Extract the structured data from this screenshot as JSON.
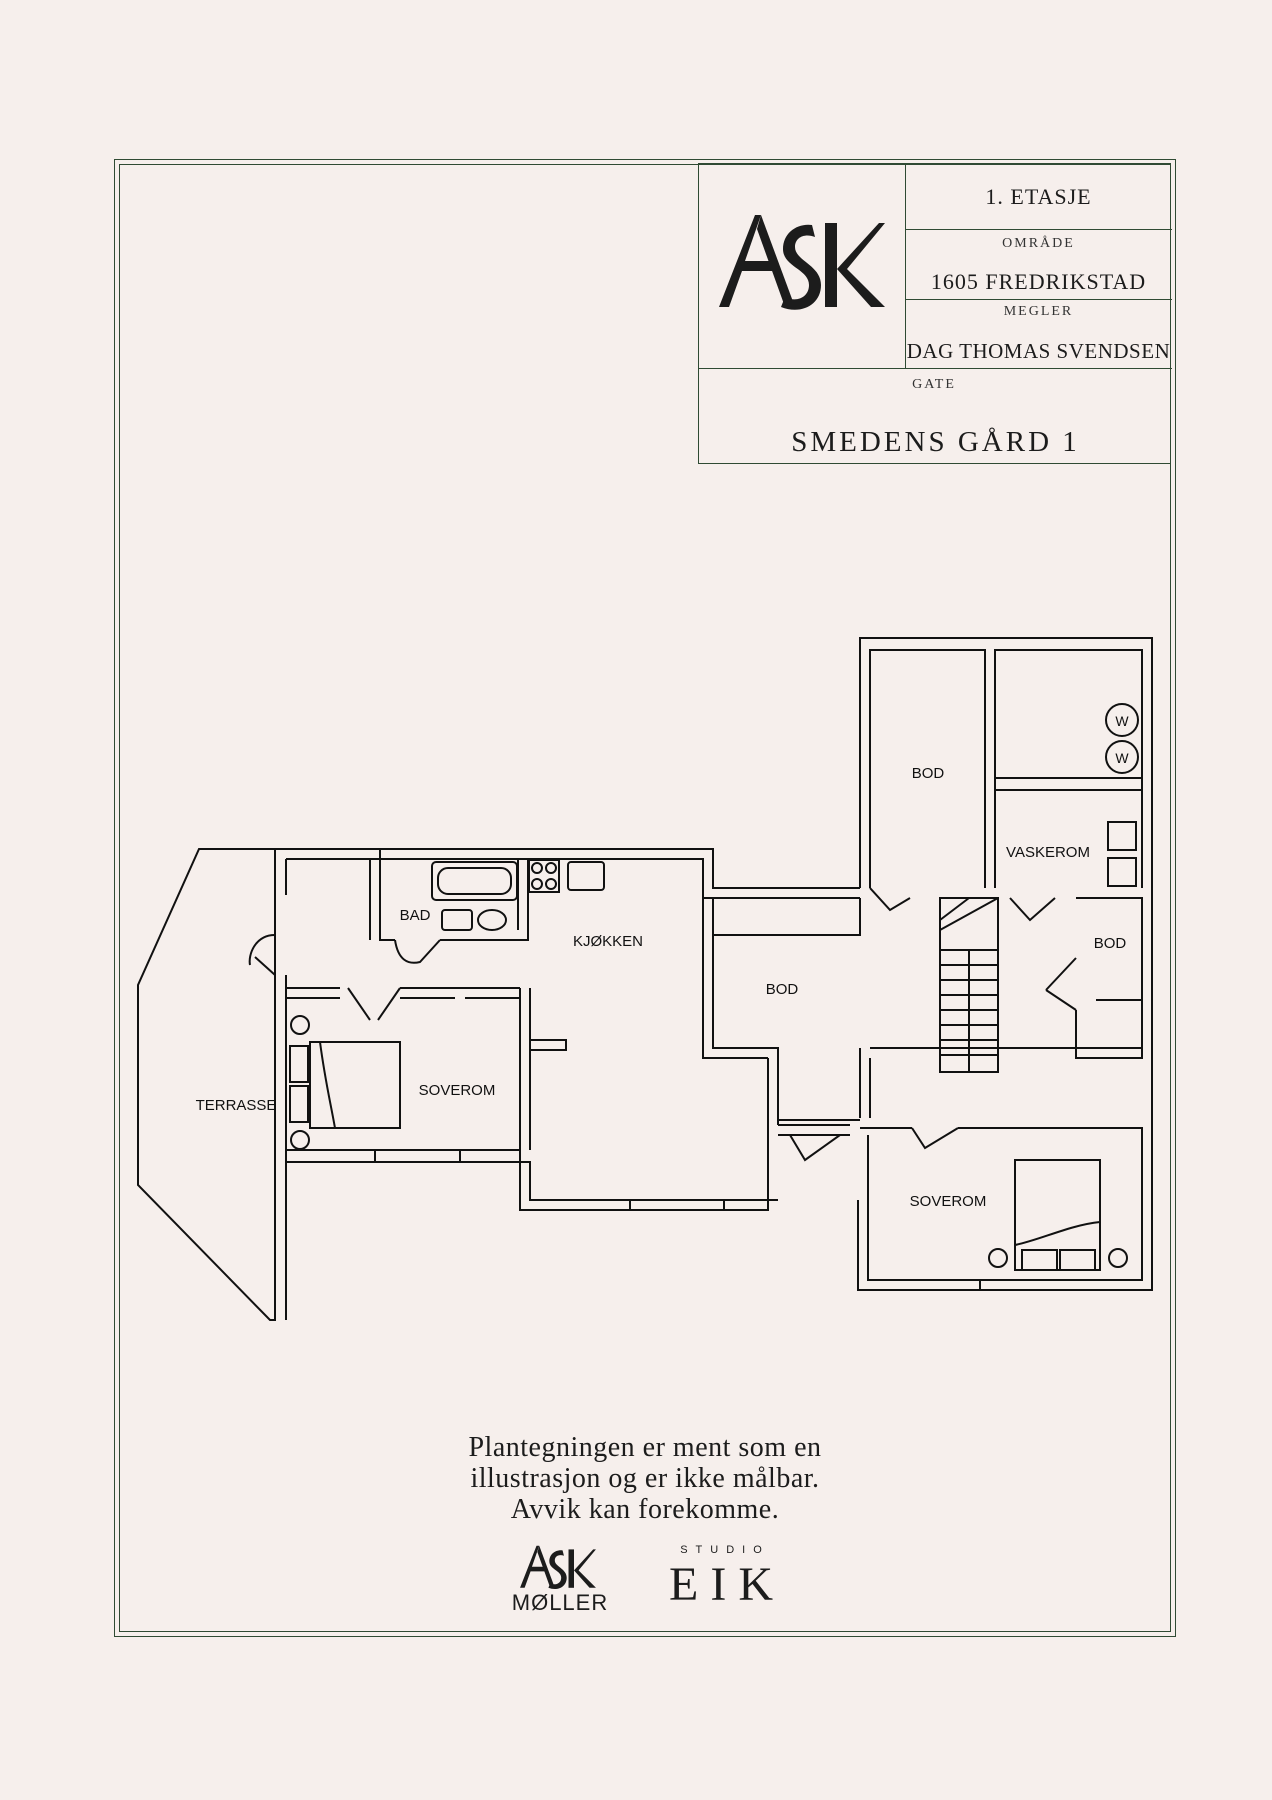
{
  "title_block": {
    "floor": "1. ETASJE",
    "area_label": "OMRÅDE",
    "area_value": "1605 FREDRIKSTAD",
    "broker_label": "MEGLER",
    "broker_value": "DAG THOMAS SVENDSEN",
    "street_label": "GATE",
    "street_value": "SMEDENS GÅRD 1"
  },
  "rooms": {
    "terrasse": "TERRASSE",
    "bad": "BAD",
    "kjokken": "KJØKKEN",
    "soverom_left": "SOVEROM",
    "bod_center": "BOD",
    "bod_top": "BOD",
    "vaskerom": "VASKEROM",
    "bod_right": "BOD",
    "soverom_right": "SOVEROM",
    "washer_1": "W",
    "washer_2": "W"
  },
  "disclaimer": {
    "line1": "Plantegningen er ment som en",
    "line2": "illustrasjon og er ikke målbar.",
    "line3": "Avvik kan forekomme."
  },
  "logos": {
    "ask_top": "ASK",
    "ask_bottom": "ASK",
    "moller": "MØLLER",
    "studio": "STUDIO",
    "eik": "EIK"
  }
}
